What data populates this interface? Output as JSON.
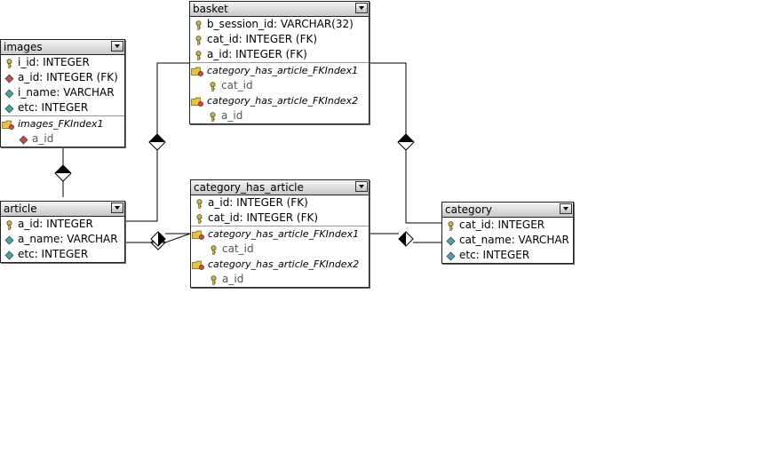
{
  "colors": {
    "line": "#000000",
    "key_icon": "#c9b45a",
    "fk_icon": "#c0504d",
    "attr_icon": "#4aa3a8",
    "folder_icon": "#e8c14a"
  },
  "tables": {
    "basket": {
      "title": "basket",
      "rows": [
        {
          "icon": "key-icon",
          "text": "b_session_id: VARCHAR(32)"
        },
        {
          "icon": "key-icon",
          "text": "cat_id: INTEGER (FK)"
        },
        {
          "icon": "key-icon",
          "text": "a_id: INTEGER (FK)"
        }
      ],
      "indexes": [
        {
          "name": "category_has_article_FKIndex1",
          "column": "cat_id",
          "column_icon": "key-icon"
        },
        {
          "name": "category_has_article_FKIndex2",
          "column": "a_id",
          "column_icon": "key-icon"
        }
      ]
    },
    "images": {
      "title": "images",
      "rows": [
        {
          "icon": "key-icon",
          "text": "i_id: INTEGER"
        },
        {
          "icon": "fk-diamond-icon",
          "text": "a_id: INTEGER (FK)"
        },
        {
          "icon": "attribute-diamond-icon",
          "text": "i_name: VARCHAR"
        },
        {
          "icon": "attribute-diamond-icon",
          "text": "etc: INTEGER"
        }
      ],
      "indexes": [
        {
          "name": "images_FKIndex1",
          "column": "a_id",
          "column_icon": "fk-diamond-icon"
        }
      ]
    },
    "article": {
      "title": "article",
      "rows": [
        {
          "icon": "key-icon",
          "text": "a_id: INTEGER"
        },
        {
          "icon": "attribute-diamond-icon",
          "text": "a_name: VARCHAR"
        },
        {
          "icon": "attribute-diamond-icon",
          "text": "etc: INTEGER"
        }
      ],
      "indexes": []
    },
    "category_has_article": {
      "title": "category_has_article",
      "rows": [
        {
          "icon": "key-icon",
          "text": "a_id: INTEGER (FK)"
        },
        {
          "icon": "key-icon",
          "text": "cat_id: INTEGER (FK)"
        }
      ],
      "indexes": [
        {
          "name": "category_has_article_FKIndex1",
          "column": "cat_id",
          "column_icon": "key-icon"
        },
        {
          "name": "category_has_article_FKIndex2",
          "column": "a_id",
          "column_icon": "key-icon"
        }
      ]
    },
    "category": {
      "title": "category",
      "rows": [
        {
          "icon": "key-icon",
          "text": "cat_id: INTEGER"
        },
        {
          "icon": "attribute-diamond-icon",
          "text": "cat_name: VARCHAR"
        },
        {
          "icon": "attribute-diamond-icon",
          "text": "etc: INTEGER"
        }
      ],
      "indexes": []
    }
  }
}
